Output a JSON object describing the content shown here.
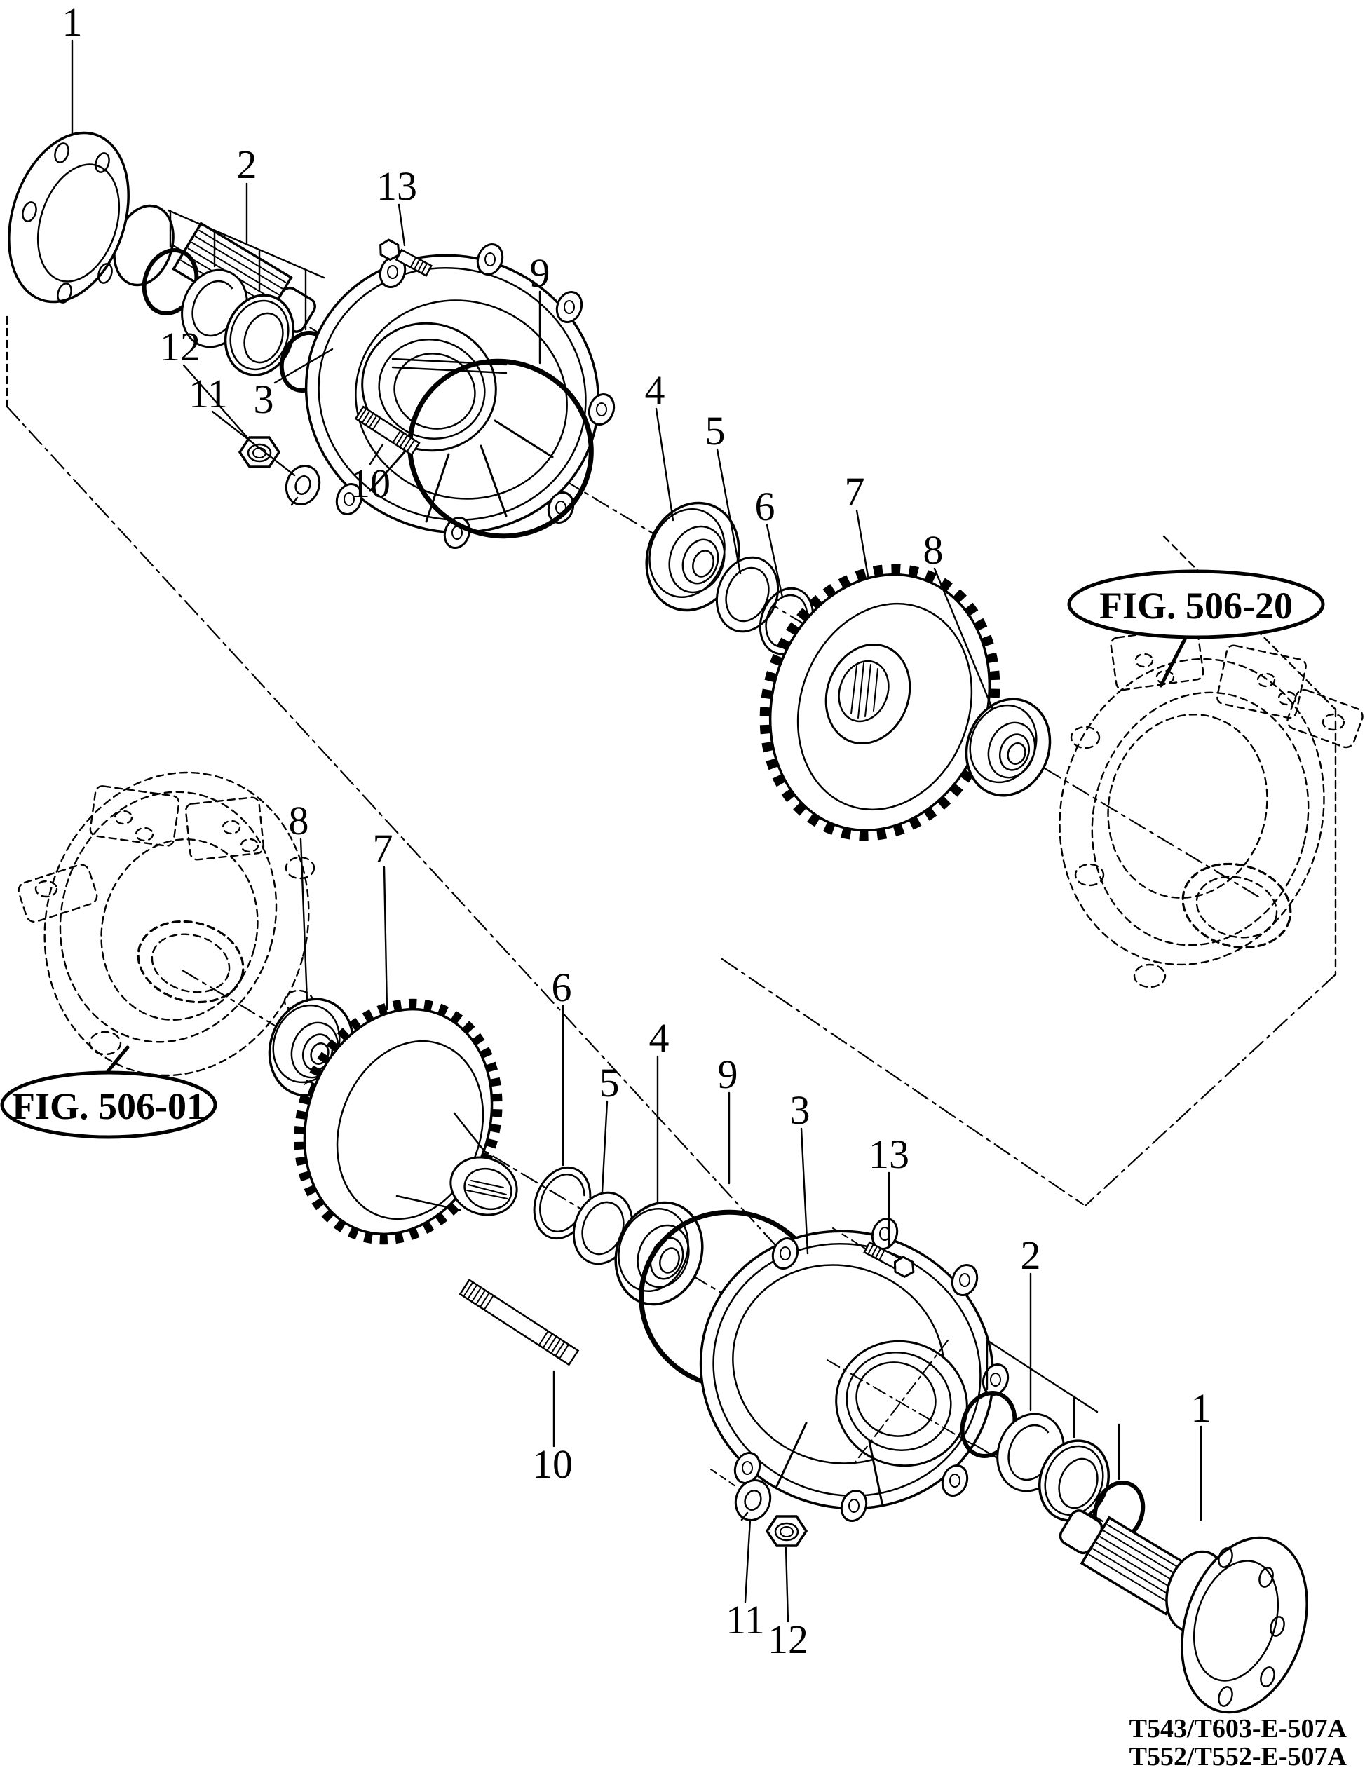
{
  "page": {
    "background": "#ffffff",
    "line_color": "#000000"
  },
  "callouts": [
    {
      "id": "upper-1",
      "n": "1"
    },
    {
      "id": "upper-2",
      "n": "2"
    },
    {
      "id": "upper-13",
      "n": "13"
    },
    {
      "id": "upper-9",
      "n": "9"
    },
    {
      "id": "upper-3",
      "n": "3"
    },
    {
      "id": "upper-12",
      "n": "12"
    },
    {
      "id": "upper-11",
      "n": "11"
    },
    {
      "id": "upper-10",
      "n": "10"
    },
    {
      "id": "upper-4",
      "n": "4"
    },
    {
      "id": "upper-5",
      "n": "5"
    },
    {
      "id": "upper-6",
      "n": "6"
    },
    {
      "id": "upper-7",
      "n": "7"
    },
    {
      "id": "upper-8",
      "n": "8"
    },
    {
      "id": "lower-8",
      "n": "8"
    },
    {
      "id": "lower-7",
      "n": "7"
    },
    {
      "id": "lower-6",
      "n": "6"
    },
    {
      "id": "lower-5",
      "n": "5"
    },
    {
      "id": "lower-4",
      "n": "4"
    },
    {
      "id": "lower-9",
      "n": "9"
    },
    {
      "id": "lower-3",
      "n": "3"
    },
    {
      "id": "lower-13",
      "n": "13"
    },
    {
      "id": "lower-2",
      "n": "2"
    },
    {
      "id": "lower-1",
      "n": "1"
    },
    {
      "id": "lower-11",
      "n": "11"
    },
    {
      "id": "lower-12",
      "n": "12"
    },
    {
      "id": "lower-10",
      "n": "10"
    }
  ],
  "fig_refs": [
    {
      "label": "FIG. 506-20"
    },
    {
      "label": "FIG. 506-01"
    }
  ],
  "footer": {
    "line1": "T543/T603-E-507A",
    "line2": "T552/T552-E-507A"
  }
}
